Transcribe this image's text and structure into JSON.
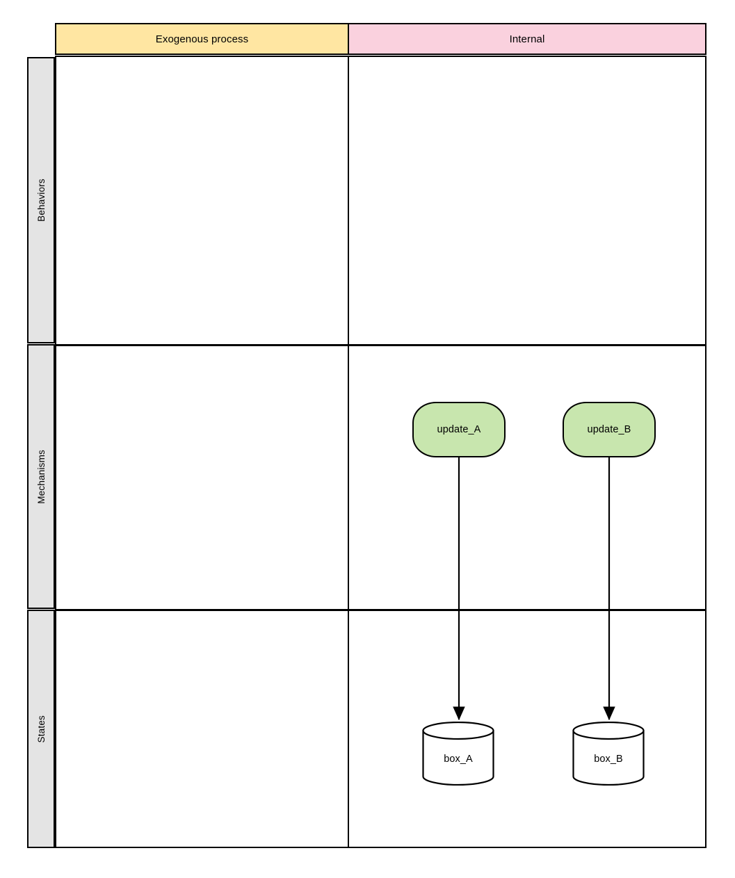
{
  "diagram": {
    "type": "swimlane-matrix",
    "columns": [
      {
        "id": "exogenous",
        "label": "Exogenous process",
        "color": "#FFE6A2"
      },
      {
        "id": "internal",
        "label": "Internal",
        "color": "#FAD1DE"
      }
    ],
    "rows": [
      {
        "id": "behaviors",
        "label": "Behaviors",
        "color": "#E4E4E4"
      },
      {
        "id": "mechanisms",
        "label": "Mechanisms",
        "color": "#E4E4E4"
      },
      {
        "id": "states",
        "label": "States",
        "color": "#E4E4E4"
      }
    ],
    "nodes": [
      {
        "id": "update_A",
        "label": "update_A",
        "shape": "rounded-rectangle",
        "fill": "#C8E6AE",
        "stroke": "#000000",
        "row": "mechanisms",
        "column": "internal"
      },
      {
        "id": "update_B",
        "label": "update_B",
        "shape": "rounded-rectangle",
        "fill": "#C8E6AE",
        "stroke": "#000000",
        "row": "mechanisms",
        "column": "internal"
      },
      {
        "id": "box_A",
        "label": "box_A",
        "shape": "cylinder",
        "fill": "#FFFFFF",
        "stroke": "#000000",
        "row": "states",
        "column": "internal"
      },
      {
        "id": "box_B",
        "label": "box_B",
        "shape": "cylinder",
        "fill": "#FFFFFF",
        "stroke": "#000000",
        "row": "states",
        "column": "internal"
      }
    ],
    "edges": [
      {
        "id": "edge-update-a-box-a",
        "from": "update_A",
        "to": "box_A",
        "arrow": "filled-triangle",
        "style": "solid"
      },
      {
        "id": "edge-update-b-box-b",
        "from": "update_B",
        "to": "box_B",
        "arrow": "filled-triangle",
        "style": "solid"
      }
    ]
  }
}
